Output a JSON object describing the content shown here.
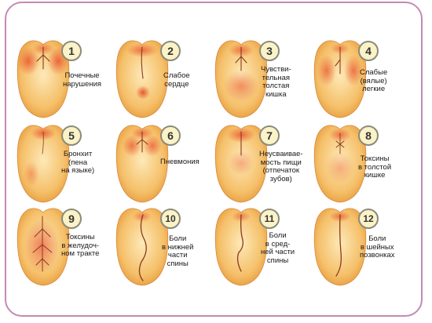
{
  "diagram": {
    "items": [
      {
        "number": "1",
        "label": "Почечные\nнарушения",
        "pattern": "kidney"
      },
      {
        "number": "2",
        "label": "Слабое\nсердце",
        "pattern": "heart"
      },
      {
        "number": "3",
        "label": "Чувстви-\nтельная\nтолстая\nкишка",
        "pattern": "colon"
      },
      {
        "number": "4",
        "label": "Слабые\n(вялые)\nлегкие",
        "pattern": "lungs"
      },
      {
        "number": "5",
        "label": "Бронхит\n(пена\nна языке)",
        "pattern": "bronchitis"
      },
      {
        "number": "6",
        "label": "Пневмония",
        "pattern": "pneumonia"
      },
      {
        "number": "7",
        "label": "Неусваивае-\nмость пищи\n(отпечаток\nзубов)",
        "pattern": "teeth"
      },
      {
        "number": "8",
        "label": "Токсины\nв толстой\nкишке",
        "pattern": "toxins-colon"
      },
      {
        "number": "9",
        "label": "Токсины\nв желудоч-\nном тракте",
        "pattern": "toxins-gi"
      },
      {
        "number": "10",
        "label": "Боли\nв нижней\nчасти\nспины",
        "pattern": "lower-back"
      },
      {
        "number": "11",
        "label": "Боли\nв сред-\nней части\nспины",
        "pattern": "mid-back"
      },
      {
        "number": "12",
        "label": "Боли\nв шейных\nпозвонках",
        "pattern": "neck"
      }
    ]
  },
  "colors": {
    "frame": "#c48ab2",
    "tongue_light": "#fde9b8",
    "tongue_mid": "#f5c06a",
    "tongue_edge": "#e69a3c",
    "red": "#e8502a",
    "number_fill": "#fbf3c8"
  }
}
